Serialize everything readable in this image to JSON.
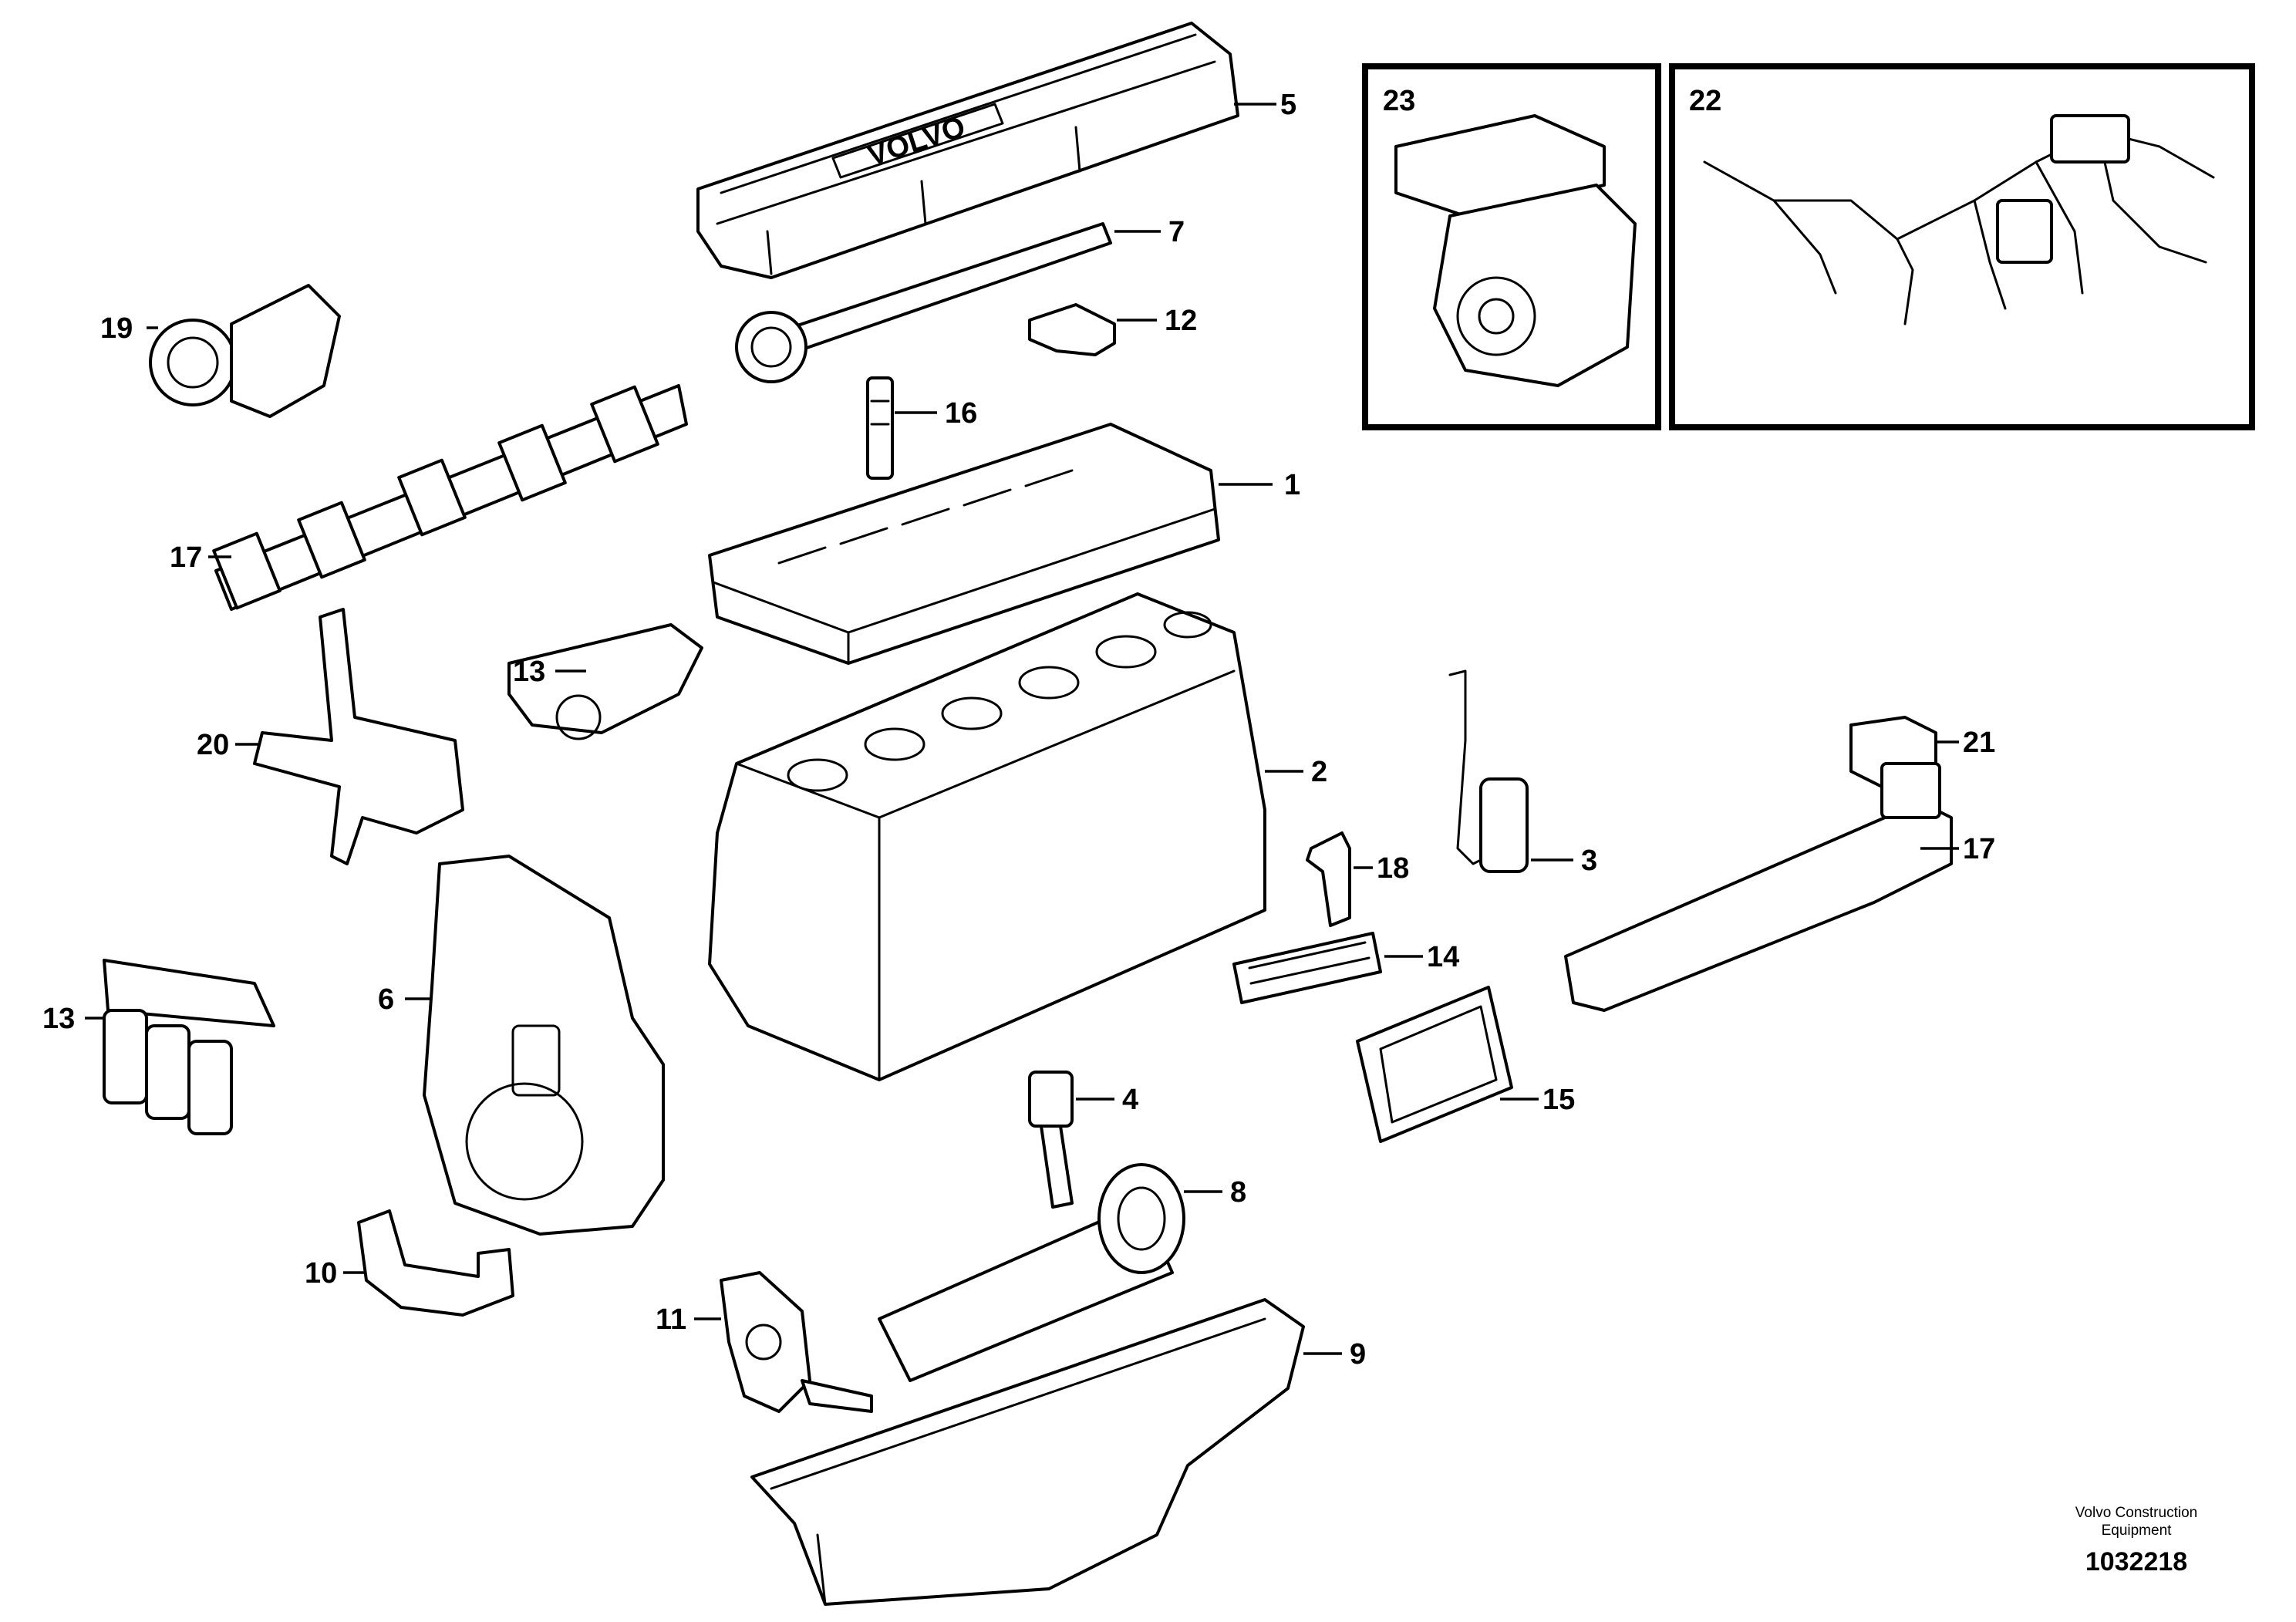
{
  "callouts": {
    "c1": "1",
    "c2": "2",
    "c3": "3",
    "c4": "4",
    "c5": "5",
    "c6": "6",
    "c7": "7",
    "c8": "8",
    "c9": "9",
    "c10": "10",
    "c11": "11",
    "c12": "12",
    "c13a": "13",
    "c13b": "13",
    "c14": "14",
    "c15": "15",
    "c16": "16",
    "c17a": "17",
    "c17b": "17",
    "c18": "18",
    "c19": "19",
    "c20": "20",
    "c21": "21",
    "c22": "22",
    "c23": "23"
  },
  "valve_cover_text": "VOLVO",
  "credit": {
    "maker_line1": "Volvo Construction",
    "maker_line2": "Equipment",
    "number": "1032218"
  }
}
